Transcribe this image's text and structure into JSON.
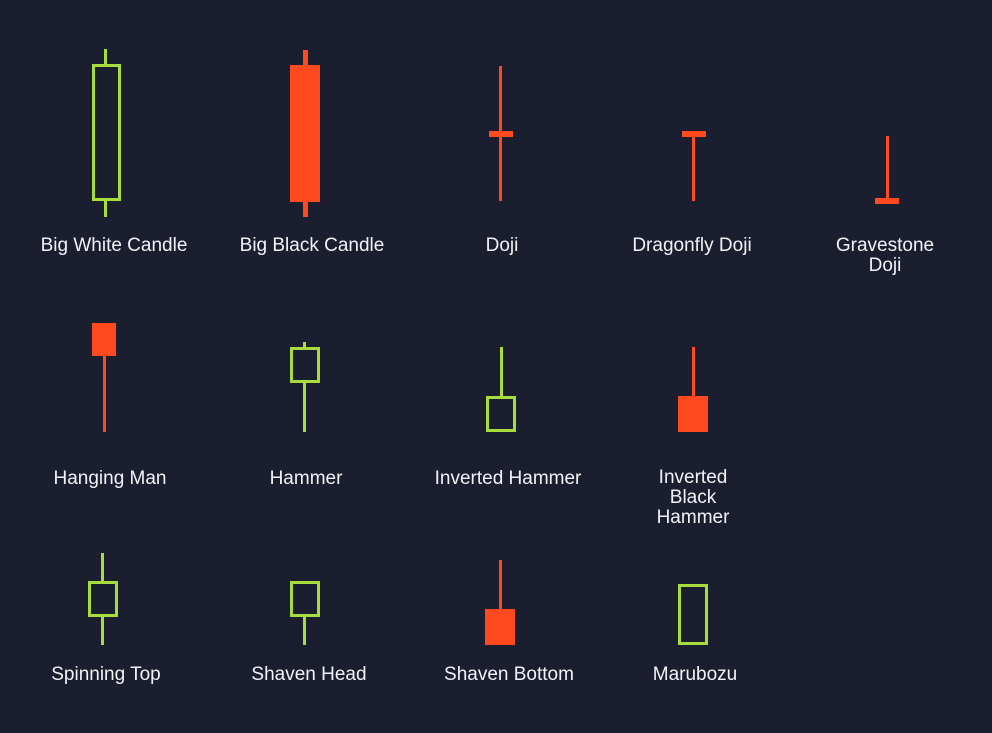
{
  "colors": {
    "background": "#1b1e2f",
    "bullish": "#a8dc3c",
    "bearish": "#ff4a1f",
    "text": "#f1f2f6"
  },
  "patterns": [
    {
      "name": "Big White Candle",
      "type": "bullish-hollow"
    },
    {
      "name": "Big Black Candle",
      "type": "bearish-filled"
    },
    {
      "name": "Doji",
      "type": "doji"
    },
    {
      "name": "Dragonfly Doji",
      "type": "doji"
    },
    {
      "name": "Gravestone Doji",
      "type": "doji"
    },
    {
      "name": "Hanging Man",
      "type": "bearish-filled"
    },
    {
      "name": "Hammer",
      "type": "bullish-hollow"
    },
    {
      "name": "Inverted Hammer",
      "type": "bullish-hollow"
    },
    {
      "name": "Inverted\nBlack\nHammer",
      "type": "bearish-filled"
    },
    {
      "name": "Spinning Top",
      "type": "bullish-hollow"
    },
    {
      "name": "Shaven Head",
      "type": "bullish-hollow"
    },
    {
      "name": "Shaven Bottom",
      "type": "bearish-filled"
    },
    {
      "name": "Marubozu",
      "type": "bullish-hollow"
    }
  ]
}
